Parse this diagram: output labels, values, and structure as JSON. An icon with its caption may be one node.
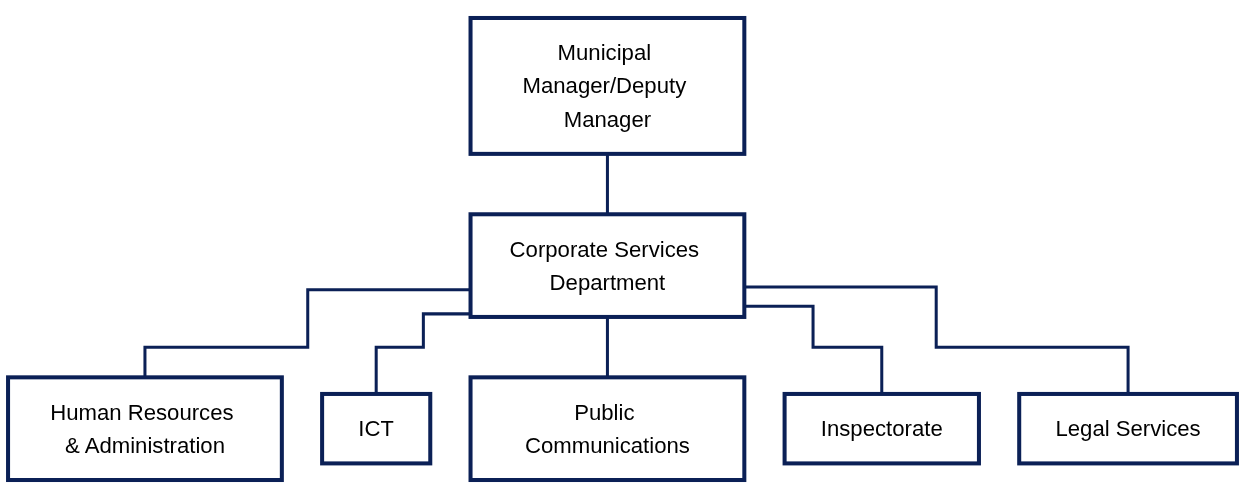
{
  "diagram": {
    "nodes": [
      {
        "text": [
          "Municipal Manager/Deputy Manager"
        ]
      },
      {
        "text": [
          "Corporate Services Department"
        ]
      },
      {
        "text": [
          "Human Resources & Administration"
        ]
      },
      {
        "text": [
          "ICT"
        ]
      },
      {
        "text": [
          "Public Communications"
        ]
      },
      {
        "text": [
          "Inspectorate"
        ]
      },
      {
        "text": [
          "Legal Services"
        ]
      }
    ],
    "edges": [
      {
        "from": 0,
        "to": 1,
        "arrow": "none"
      },
      {
        "from": 1,
        "to": 2,
        "arrow": "none"
      },
      {
        "from": 1,
        "to": 3,
        "arrow": "none"
      },
      {
        "from": 1,
        "to": 4,
        "arrow": "none"
      },
      {
        "from": 1,
        "to": 5,
        "arrow": "none"
      },
      {
        "from": 1,
        "to": 6,
        "arrow": "none"
      }
    ]
  }
}
